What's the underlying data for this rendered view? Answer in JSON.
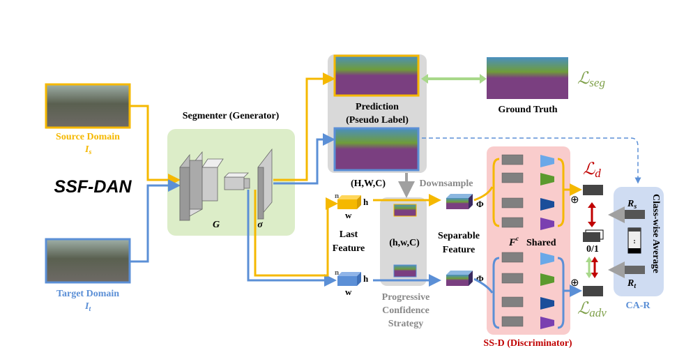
{
  "title": "SSF-DAN",
  "source": {
    "label": "Source Domain",
    "symbol": "I",
    "sub": "s"
  },
  "target": {
    "label": "Target Domain",
    "symbol": "I",
    "sub": "t"
  },
  "segmenter": {
    "label": "Segmenter (Generator)",
    "g": "G",
    "sigma": "σ"
  },
  "prediction": {
    "line1": "Prediction",
    "line2": "(Pseudo Label)"
  },
  "ground_truth": "Ground Truth",
  "loss_seg": {
    "main": "ℒ",
    "sub": "seg"
  },
  "loss_d": {
    "main": "ℒ",
    "sub": "d"
  },
  "loss_adv": {
    "main": "ℒ",
    "sub": "adv"
  },
  "dims_big": "(H,W,C)",
  "downsample": "Downsample",
  "dims_small": "(h,w,C)",
  "cube_labels": {
    "n": "n",
    "h": "h",
    "w": "w"
  },
  "last_feature": {
    "line1": "Last",
    "line2": "Feature"
  },
  "pcs": {
    "line1": "Progressive",
    "line2": "Confidence",
    "line3": "Strategy"
  },
  "separable": {
    "line1": "Separable",
    "line2": "Feature"
  },
  "phi": "Φ",
  "shared": {
    "f": "F",
    "sup": "c",
    "label": "Shared"
  },
  "ssd_label": "SS-D (Discriminator)",
  "oplus": "⊕",
  "zero_one": "0/1",
  "car": {
    "label": "CA-R",
    "vertical": "Class-wise Average",
    "rs": "R",
    "rs_sub": "s",
    "rt": "R",
    "rt_sub": "t",
    "dots": ":"
  },
  "colors": {
    "orange": "#f5b800",
    "blue": "#5b8fd6",
    "green": "#a8d88a",
    "red": "#c00000",
    "gray_box": "#d9d9d9",
    "pink": "#f9cccc",
    "car_box": "#cfdcf2",
    "gen_box": "#dcedc8",
    "lseg": "#7fa04a"
  }
}
